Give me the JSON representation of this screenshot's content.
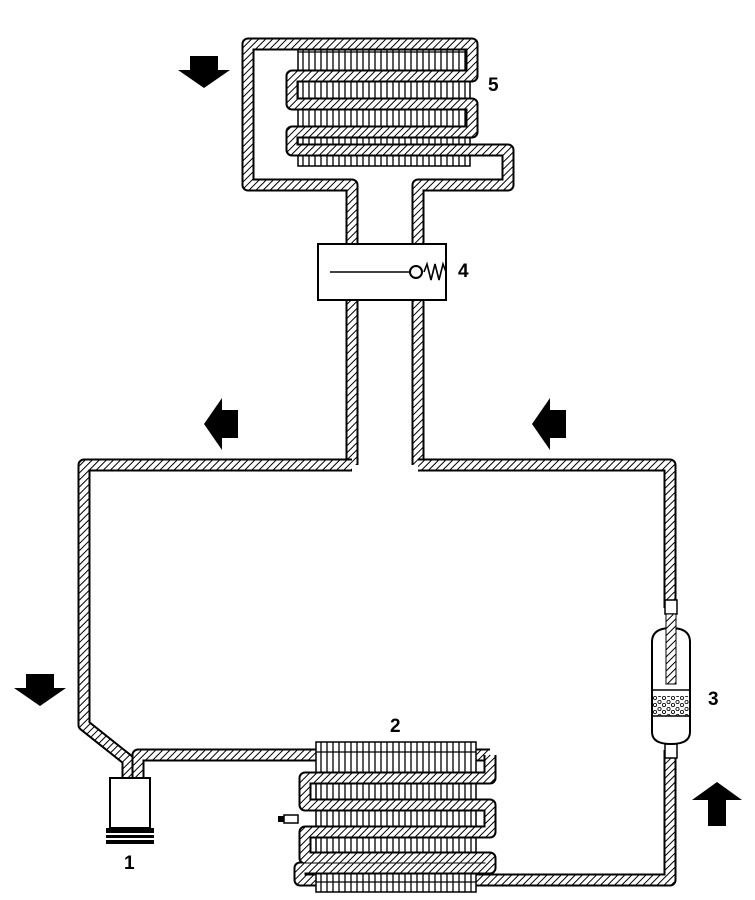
{
  "components": [
    {
      "id": "1",
      "icon": "compressor-icon"
    },
    {
      "id": "2",
      "icon": "condenser-icon"
    },
    {
      "id": "3",
      "icon": "receiver-drier-icon"
    },
    {
      "id": "4",
      "icon": "expansion-valve-icon"
    },
    {
      "id": "5",
      "icon": "evaporator-icon"
    }
  ],
  "flow_arrows": [
    {
      "icon": "arrow-down-icon"
    },
    {
      "icon": "arrow-left-icon"
    },
    {
      "icon": "arrow-left-icon"
    },
    {
      "icon": "arrow-down-icon"
    },
    {
      "icon": "arrow-up-icon"
    }
  ],
  "colors": {
    "ink": "#000000",
    "paper": "#ffffff"
  }
}
